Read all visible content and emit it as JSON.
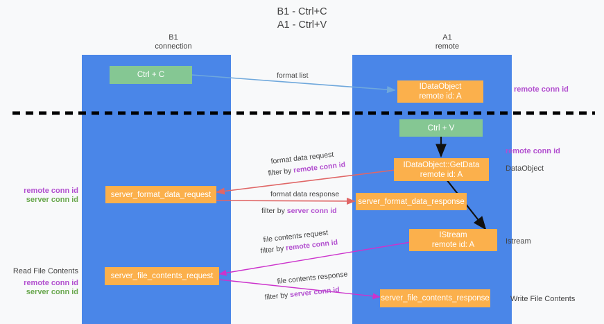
{
  "title": "B1 - Ctrl+C\nA1 - Ctrl+V",
  "columns": [
    {
      "name": "B1",
      "sub": "connection",
      "header": "B1\nconnection"
    },
    {
      "name": "A1",
      "sub": "remote",
      "header": "A1\nremote"
    }
  ],
  "nodes": {
    "ctrl_c": "Ctrl + C",
    "idataobject": "IDataObject\nremote id: A",
    "ctrl_v": "Ctrl + V",
    "getdata": "IDataObject::GetData\nremote id: A",
    "server_format_data_request": "server_format_data_request",
    "server_format_data_response": "server_format_data_response",
    "istream": "IStream\nremote id: A",
    "server_file_contents_request": "server_file_contents_request",
    "server_file_contents_response": "server_file_contents_response"
  },
  "edges": {
    "format_list": "format list",
    "format_data_request": "format data request",
    "format_data_request_filter_prefix": "filter by ",
    "format_data_request_filter_value": "remote conn id",
    "format_data_response": "format data response",
    "format_data_response_filter_prefix": "filter by ",
    "format_data_response_filter_value": "server conn id",
    "file_contents_request": "file contents request",
    "file_contents_request_filter_prefix": "filter by ",
    "file_contents_request_filter_value": "remote conn id",
    "file_contents_response": "file contents response",
    "file_contents_response_filter_prefix": "filter by ",
    "file_contents_response_filter_value": "server conn id"
  },
  "annotations": {
    "right_remote_conn_id_top": "remote conn id",
    "right_remote_conn_id_mid": "remote conn id",
    "right_dataobject": "DataObject",
    "right_istream": "Istream",
    "right_write_file_contents": "Write File Contents",
    "left_remote_conn_id_mid": "remote conn id",
    "left_server_conn_id_mid": "server conn id",
    "left_read_file_contents": "Read File Contents",
    "left_remote_conn_id_bottom": "remote conn id",
    "left_server_conn_id_bottom": "server conn id"
  },
  "colors": {
    "column": "#4a86e8",
    "green_node": "#85c793",
    "orange_node": "#fbb04c",
    "purple_text": "#b24fcf",
    "green_text": "#6aa84f",
    "divider": "#000000",
    "arrow_blue": "#6fa8dc",
    "arrow_red": "#e06666",
    "arrow_magenta": "#cc33cc",
    "arrow_black": "#000000",
    "background": "#f8f9fa"
  }
}
